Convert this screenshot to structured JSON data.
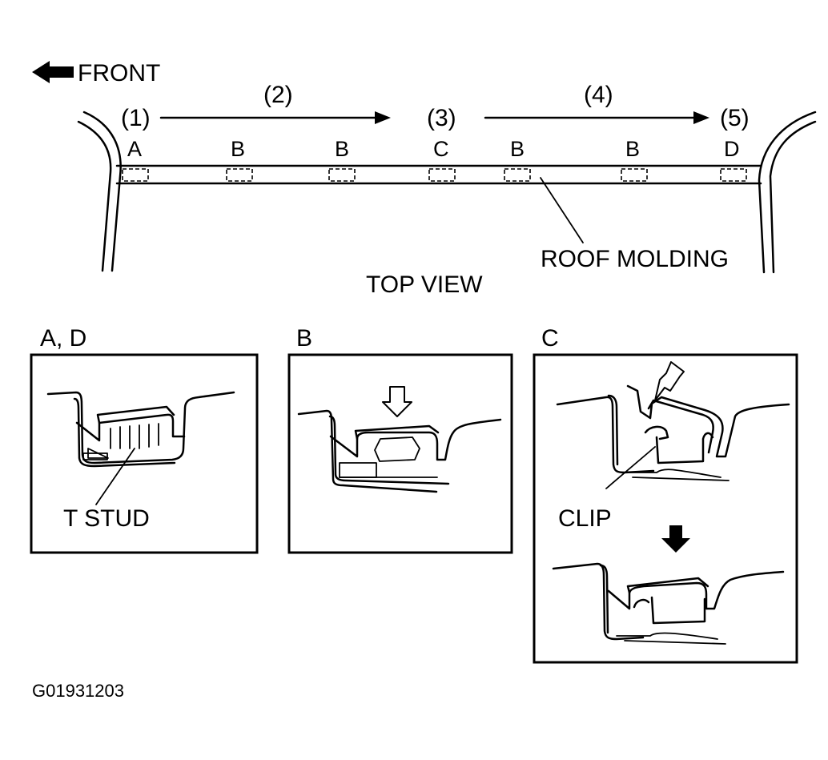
{
  "top_view": {
    "front_label": "FRONT",
    "view_title": "TOP VIEW",
    "molding_label": "ROOF MOLDING",
    "steps": [
      "(1)",
      "(2)",
      "(3)",
      "(4)",
      "(5)"
    ],
    "positions": [
      "A",
      "B",
      "B",
      "C",
      "B",
      "B",
      "D"
    ]
  },
  "details": {
    "ad": {
      "title": "A, D",
      "callout": "T STUD"
    },
    "b": {
      "title": "B"
    },
    "c": {
      "title": "C",
      "callout": "CLIP"
    }
  },
  "figure_code": "G01931203",
  "icons": {
    "front_arrow": "left-arrow-icon",
    "press_arrow": "down-arrow-icon",
    "step_arrow": "right-arrow-icon"
  }
}
